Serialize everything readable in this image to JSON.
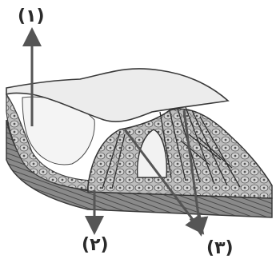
{
  "labels": {
    "one": "(١)",
    "two": "(٢)",
    "three": "(٣)"
  },
  "colors": {
    "membrane_fill": "#eeeeee",
    "tissue_dark": "#5a5a5a",
    "cell_fill": "#c9c9c9",
    "outline": "#3a3a3a",
    "arrow": "#555555"
  }
}
